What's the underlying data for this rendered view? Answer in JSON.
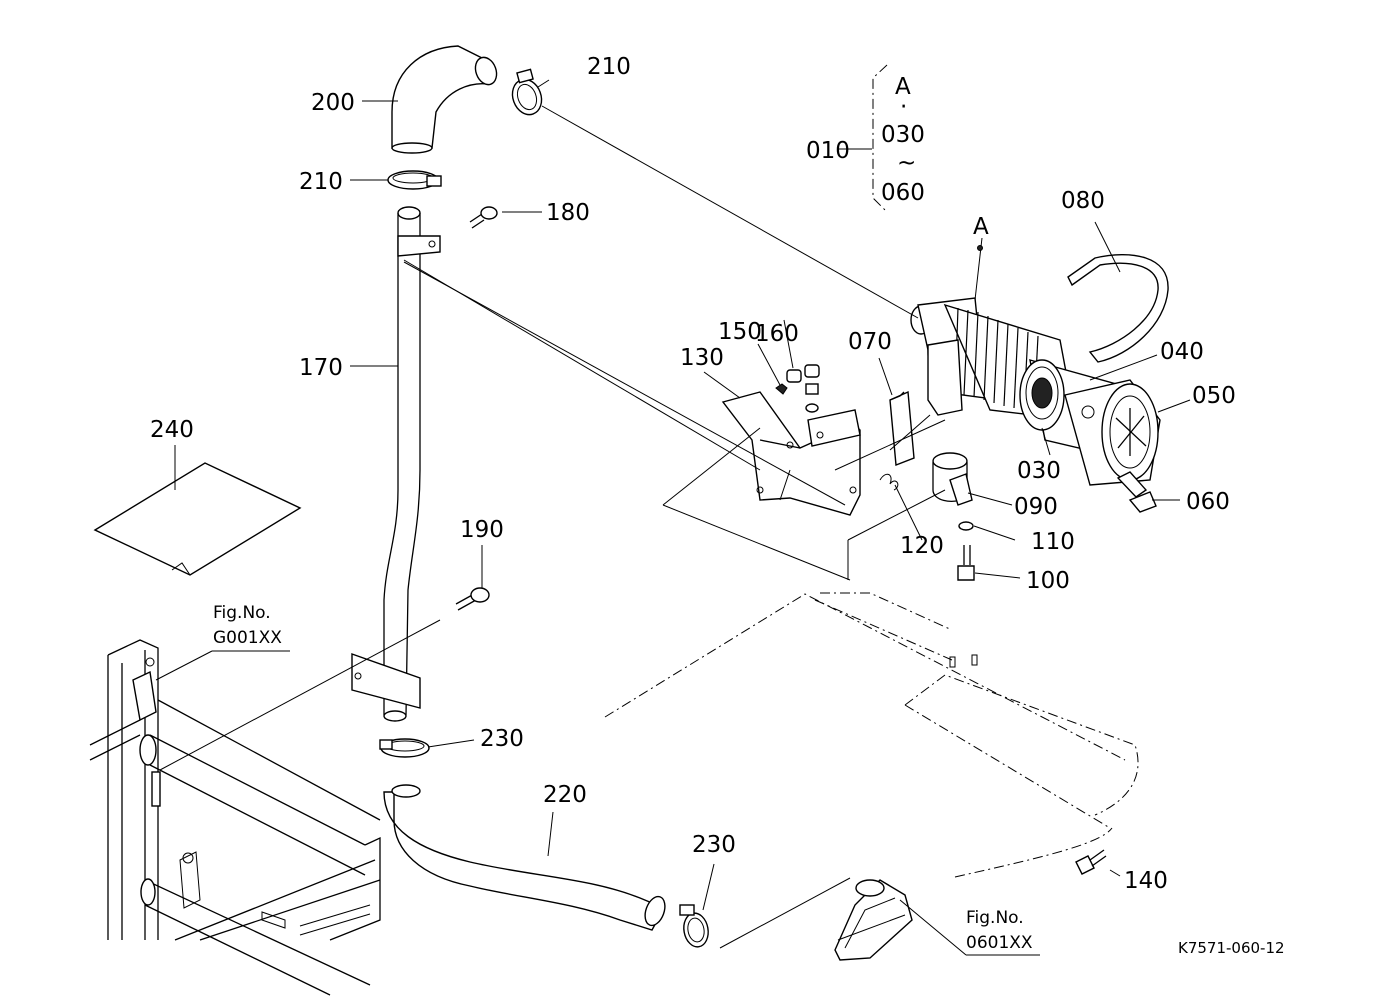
{
  "diagram": {
    "drawing_code": "K7571-060-12",
    "part_labels": {
      "p200": "200",
      "p210a": "210",
      "p210b": "210",
      "p180": "180",
      "p170": "170",
      "p240": "240",
      "p190": "190",
      "p230a": "230",
      "p230b": "230",
      "p220": "220",
      "p010": "010",
      "p080": "080",
      "p160": "160",
      "p150": "150",
      "p130": "130",
      "p070": "070",
      "p040": "040",
      "p050": "050",
      "p030": "030",
      "p090": "090",
      "p060": "060",
      "p120": "120",
      "p110": "110",
      "p100": "100",
      "p140": "140"
    },
    "assembly_bracket": {
      "marker": "A",
      "dot": "·",
      "from": "030",
      "tilde": "~",
      "to": "060"
    },
    "assembly_marker": "A",
    "fig_refs": [
      {
        "title": "Fig.No.",
        "code": "G001XX"
      },
      {
        "title": "Fig.No.",
        "code": "0601XX"
      }
    ]
  }
}
